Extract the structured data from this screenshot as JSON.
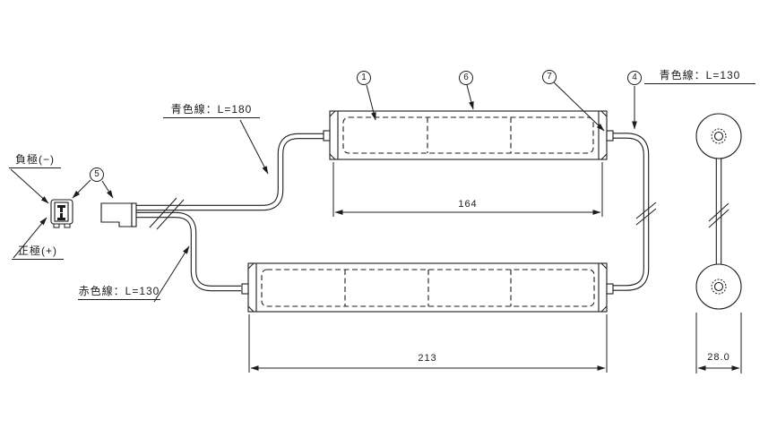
{
  "drawing": {
    "labels": {
      "negative_electrode": "負極(−)",
      "positive_electrode": "正極(+)",
      "blue_wire_180": "青色線：L=180",
      "blue_wire_130": "青色線：L=130",
      "red_wire_130": "赤色線：L=130"
    },
    "callouts": {
      "c1": "1",
      "c4": "4",
      "c5": "5",
      "c6": "6",
      "c7": "7"
    },
    "dimensions": {
      "top_pack_length": "164",
      "bottom_pack_length": "213",
      "pack_width": "28.0"
    },
    "colors": {
      "line": "#1c1c1c",
      "background": "#ffffff"
    }
  }
}
